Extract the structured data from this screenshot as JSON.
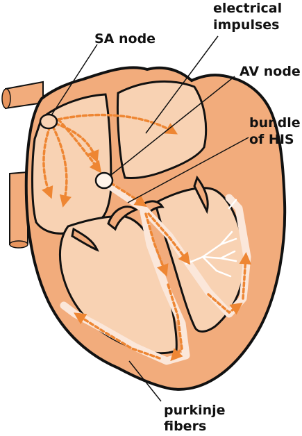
{
  "labels": {
    "sa_node": "SA node",
    "electrical_line1": "electrical",
    "electrical_line2": "impulses",
    "av_node": "AV node",
    "bundle_line1": "bundle",
    "bundle_line2": "of HIS",
    "purkinje_line1": "purkinje",
    "purkinje_line2": "fibers"
  },
  "colors": {
    "outer_wall": "#f2ac7c",
    "chamber_fill": "#f8d2b3",
    "outline": "#111111",
    "impulse_arrow": "#ee8633",
    "conduction_path": "#fbe7da",
    "leader_line": "#111111"
  }
}
